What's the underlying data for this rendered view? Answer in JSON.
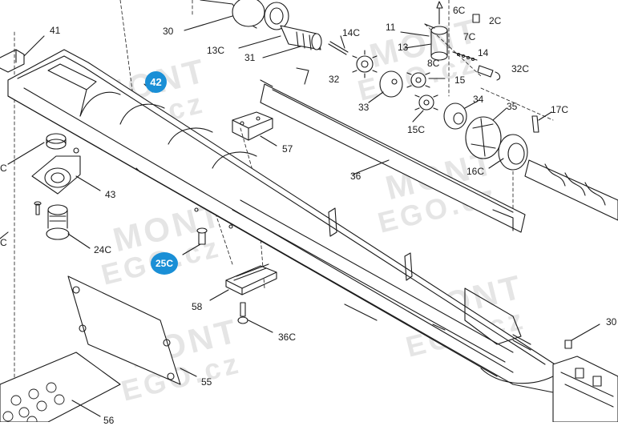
{
  "colors": {
    "line": "#1a1a1a",
    "highlight_badge": "#1a8fd6",
    "watermark": "#b0b0b0"
  },
  "labels": {
    "p41": "41",
    "p30": "30",
    "p13c": "13C",
    "p31": "31",
    "p14c": "14C",
    "p11": "11",
    "p13": "13",
    "p6c": "6C",
    "p2c": "2C",
    "p7c": "7C",
    "p8c": "8C",
    "p14": "14",
    "p32c": "32C",
    "p32": "32",
    "p15": "15",
    "p33": "33",
    "p34": "34",
    "p35": "35",
    "p17c": "17C",
    "p15c": "15C",
    "p16c": "16C",
    "p57": "57",
    "p36": "36",
    "p43": "43",
    "p24c": "24C",
    "p58": "58",
    "p36c": "36C",
    "p55": "55",
    "p56": "56",
    "p30r": "30",
    "c_left_top": "C",
    "c_left_bottom": "C"
  },
  "highlights": {
    "h42": "42",
    "h25c": "25C"
  },
  "watermark": {
    "line1": "MONT",
    "line2": "EGO.cz"
  }
}
